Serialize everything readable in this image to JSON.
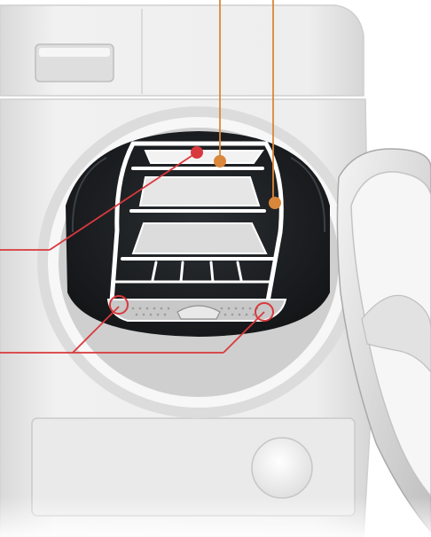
{
  "diagram": {
    "subject": "tumble-dryer-with-open-door-and-drying-rack",
    "colors": {
      "cabinet": "#efefef",
      "cabinet_shadow": "#d4d4d4",
      "drum_interior": "#1e2124",
      "rack": "#ffffff",
      "callout_red": "#d9393d",
      "callout_orange": "#d9873a",
      "door_glass": "#e4e4e4"
    },
    "callouts": [
      {
        "id": "rack-front-marker",
        "color": "red",
        "style": "dot"
      },
      {
        "id": "rack-top-marker",
        "color": "orange",
        "style": "dot"
      },
      {
        "id": "rack-side-marker",
        "color": "orange",
        "style": "dot"
      },
      {
        "id": "rack-left-foot-marker",
        "color": "red",
        "style": "ring"
      },
      {
        "id": "rack-right-foot-marker",
        "color": "red",
        "style": "ring"
      }
    ]
  }
}
